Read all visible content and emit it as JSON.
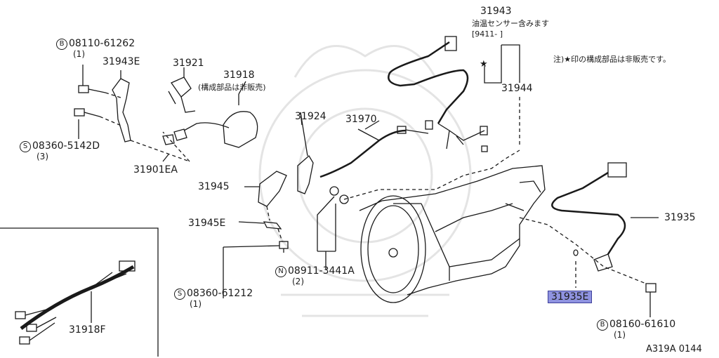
{
  "diagram": {
    "parts": {
      "p31943": "31943",
      "p31943_note1": "油温センサー含みます",
      "p31943_note2": "[9411-      ]",
      "p31944": "31944",
      "p31943E": "31943E",
      "p31921": "31921",
      "p31918": "31918",
      "p31918_note": "(構成部品は非販売)",
      "p31924": "31924",
      "p31970": "31970",
      "p31901EA": "31901EA",
      "p31945": "31945",
      "p31945E": "31945E",
      "p31935": "31935",
      "p31935E": "31935E",
      "p31918F": "31918F"
    },
    "bolts": {
      "b1_prefix": "B",
      "b1_code": "08110-61262",
      "b1_qty": "(1)",
      "s1_prefix": "S",
      "s1_code": "08360-5142D",
      "s1_qty": "(3)",
      "s2_prefix": "S",
      "s2_code": "08360-61212",
      "s2_qty": "(1)",
      "n1_prefix": "N",
      "n1_code": "08911-3441A",
      "n1_qty": "(2)",
      "b2_prefix": "B",
      "b2_code": "08160-61610",
      "b2_qty": "(1)"
    },
    "footnote": "注)★印の構成部品は非販売です。",
    "star": "★",
    "diagram_code": "A319A 0144",
    "highlight_color": "#8f93e0"
  }
}
